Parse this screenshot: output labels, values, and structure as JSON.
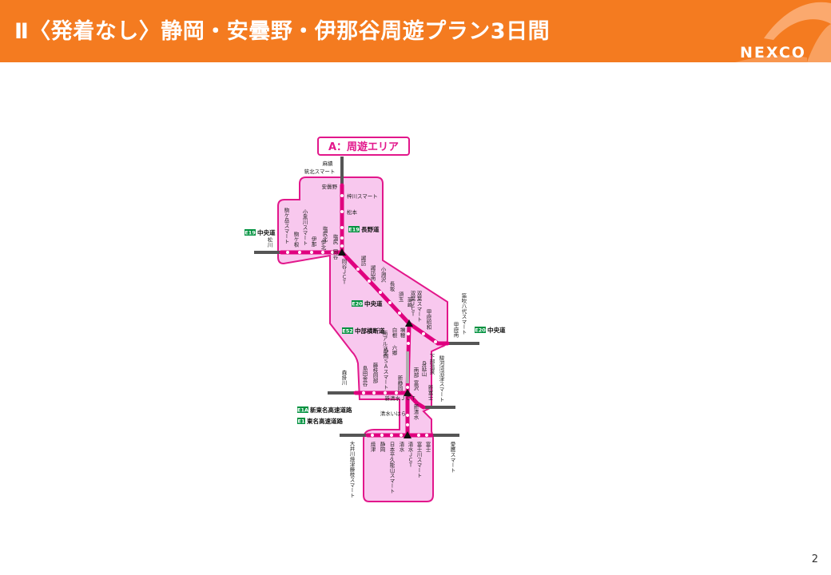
{
  "header": {
    "title": "Ⅱ〈発着なし〉静岡・安曇野・伊那谷周遊プラン3日間"
  },
  "logo": {
    "text": "NEXCO"
  },
  "page_number": "2",
  "colors": {
    "header_bg": "#f47b20",
    "area_fill": "#f8c8ee",
    "area_border": "#e2178b",
    "route": "#e0007f",
    "outside_route": "#555555",
    "expressway_badge": "#00923f"
  },
  "map": {
    "area_title": "A：周遊エリア",
    "roads": {
      "e19_chuo": {
        "code": "E19",
        "name": "中央道"
      },
      "e19_nagano": {
        "code": "E19",
        "name": "長野道"
      },
      "e20_chuo_mid": {
        "code": "E20",
        "name": "中央道"
      },
      "e20_chuo_east": {
        "code": "E20",
        "name": "中央道"
      },
      "e52": {
        "code": "E52",
        "name": "中部横断道"
      },
      "e1a": {
        "code": "E1A",
        "name": "新東名高速道路"
      },
      "e1": {
        "code": "E1",
        "name": "東名高速道路"
      }
    },
    "labels": {
      "asahi": "麻績",
      "chikuhoku": "筑北スマート",
      "azumino": "安曇野",
      "azusagawa": "梓川スマート",
      "matsumoto": "松本",
      "shiojiri_kita": "塩尻北",
      "shiojiri": "塩尻",
      "okaya": "岡谷",
      "ina_kita": "伊北",
      "ina": "伊那",
      "komagane": "駒ケ根",
      "kogurogawa": "小黒川スマート",
      "komagatake": "駒ケ岳スマート",
      "matsukawa": "松川",
      "okaya_jct": "岡谷ＪＣＴ",
      "suwa": "諏訪",
      "suwa_minami": "諏訪南",
      "kobuchizawa": "小淵沢",
      "nagasaka": "長坂",
      "sutama": "須玉",
      "nirasaki": "韮崎",
      "futaba_smart": "双葉スマート",
      "futaba_jct": "双葉ＪＣＴ",
      "kofu_showa": "甲府昭和",
      "kofu_minami": "甲府南",
      "fuefuki_yatsushiro": "笛吹八代スマート",
      "minami_alps": "南アルプス",
      "shirane": "白根",
      "masuho": "増穂",
      "rokugo": "六郷",
      "shimobe_onsen": "下部温泉",
      "minobu_yamanaka": "身延山",
      "nanbu": "南部",
      "fujikawa": "富沢",
      "suruga_wan_numazu": "駿河湾沼津スマート",
      "mori_kakegawa": "森掛川",
      "shimada_kanaya": "島田金谷",
      "fujieda_okabe": "藤枝岡部",
      "shizuoka_sa": "静岡ＳＡスマート",
      "shin_shizuoka": "新静岡",
      "shin_shimizu_jct": "新清水ＪＣＴ",
      "shin_fuji": "新富士",
      "shin_shimizu": "新清水",
      "shimizu_ihara": "清水いはら",
      "oigawa": "大井川焼津藤枝スマート",
      "yaizu": "焼津",
      "shizuoka": "静岡",
      "nihondaira": "日本平久能山スマート",
      "shimizu": "清水",
      "shimizu_jct": "清水ＪＣＴ",
      "fujikawa_smart": "富士川スマート",
      "fuji": "富士",
      "ashitaka": "愛鷹スマート"
    }
  }
}
